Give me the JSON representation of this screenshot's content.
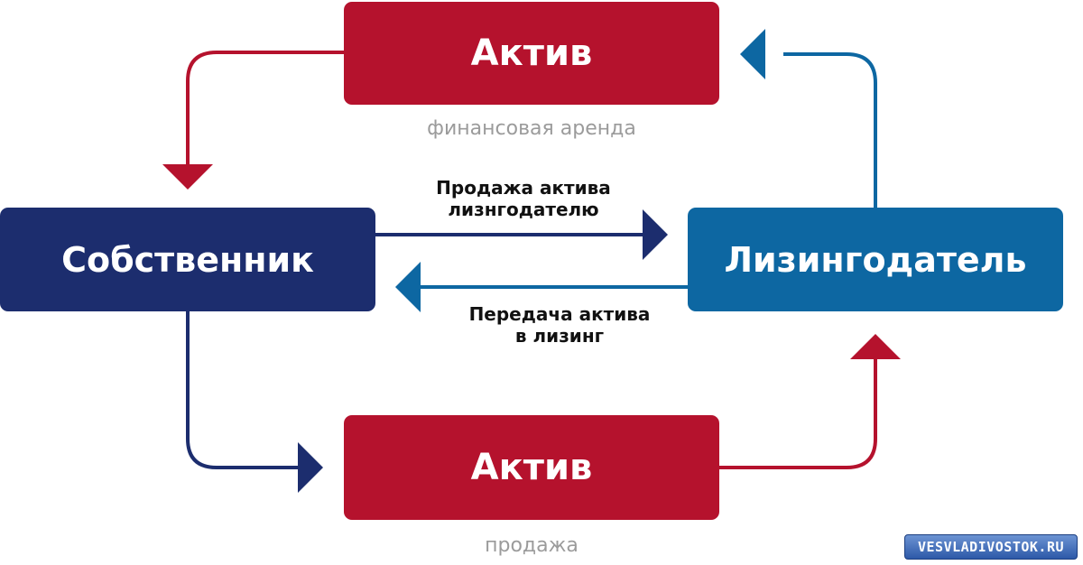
{
  "nodes": {
    "asset_top": "Актив",
    "owner": "Собственник",
    "lessor": "Лизингодатель",
    "asset_bottom": "Актив"
  },
  "captions": {
    "financial_lease": "финансовая аренда",
    "sale": "продажа"
  },
  "edge_labels": {
    "sale_to_lessor_line1": "Продажа актива",
    "sale_to_lessor_line2": "лизнгодателю",
    "transfer_line1": "Передача актива",
    "transfer_line2": "в лизинг"
  },
  "watermark": "VESVLADIVOSTOK.RU",
  "colors": {
    "red": "#b5122d",
    "navy": "#1c2d6e",
    "blue": "#0d67a2",
    "caption_gray": "#9b9b9b"
  }
}
